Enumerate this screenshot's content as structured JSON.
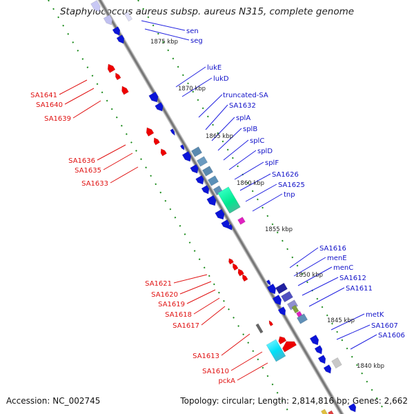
{
  "title": "Staphylococcus aureus subsp. aureus N315, complete genome",
  "accession": "Accession: NC_002745",
  "summary": "Topology: circular; Length: 2,814,816 bp; Genes: 2,662",
  "colors": {
    "forward_label": "#1010c8",
    "reverse_label": "#e01010",
    "forward_gene": "#0a14d8",
    "reverse_gene": "#ee0000",
    "backbone": "#8a8a8a",
    "tick": "#1a8a1a"
  },
  "ticks": [
    "1875 kbp",
    "1870 kbp",
    "1865 kbp",
    "1860 kbp",
    "1855 kbp",
    "1850 kbp",
    "1845 kbp",
    "1840 kbp"
  ],
  "forward_labels": [
    "sen",
    "seg",
    "lukE",
    "lukD",
    "truncated-SA",
    "SA1632",
    "splA",
    "splB",
    "splC",
    "splD",
    "splF",
    "SA1626",
    "SA1625",
    "tnp",
    "SA1616",
    "menE",
    "menC",
    "SA1612",
    "SA1611",
    "metK",
    "SA1607",
    "SA1606"
  ],
  "reverse_labels": [
    "SA1641",
    "SA1640",
    "SA1639",
    "SA1636",
    "SA1635",
    "SA1633",
    "SA1621",
    "SA1620",
    "SA1619",
    "SA1618",
    "SA1617",
    "SA1613",
    "SA1610",
    "pckA"
  ]
}
